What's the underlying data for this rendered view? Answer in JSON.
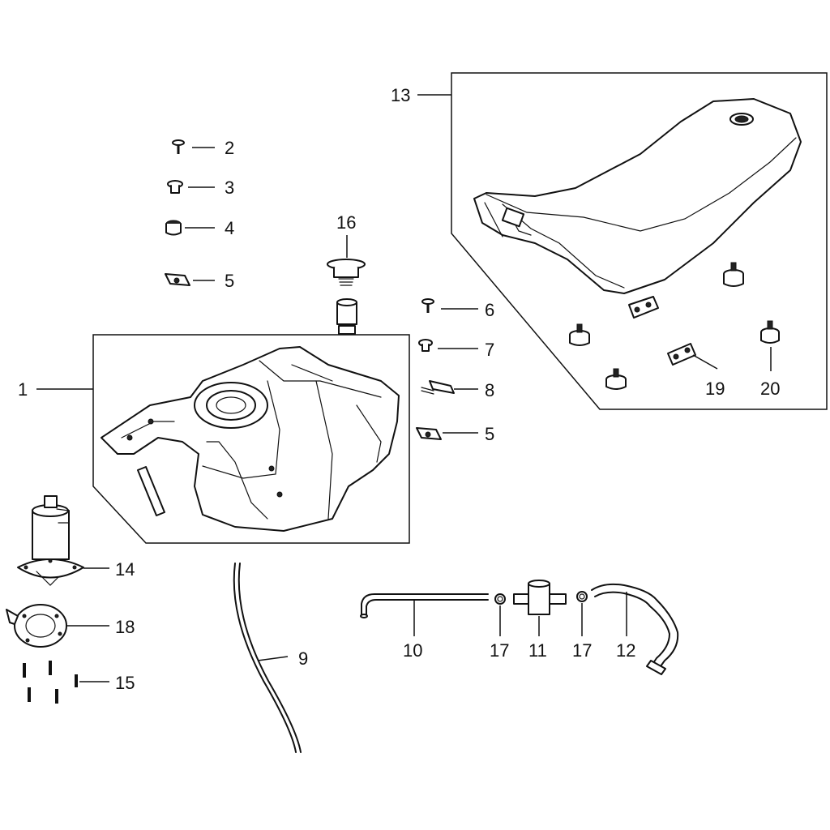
{
  "callouts": {
    "c1": "1",
    "c2": "2",
    "c3": "3",
    "c4": "4",
    "c5a": "5",
    "c5b": "5",
    "c6": "6",
    "c7": "7",
    "c8": "8",
    "c9": "9",
    "c10": "10",
    "c11": "11",
    "c12": "12",
    "c13": "13",
    "c14": "14",
    "c15": "15",
    "c16": "16",
    "c17a": "17",
    "c17b": "17",
    "c18": "18",
    "c19": "19",
    "c20": "20"
  },
  "icons": {
    "tank": "fuel-tank-icon",
    "seat": "seat-icon",
    "pump": "fuel-pump-icon",
    "filter": "fuel-filter-icon"
  }
}
